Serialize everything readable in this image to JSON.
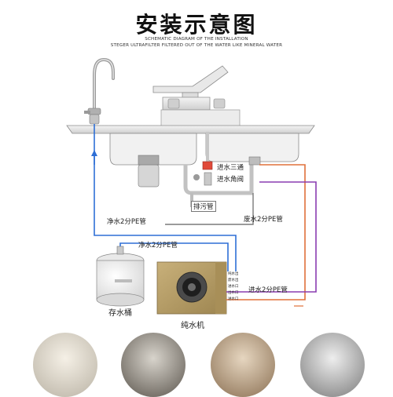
{
  "title": "安装示意图",
  "subtitle_line1": "SCHEMATIC DIAGRAM OF THE INSTALLATION",
  "subtitle_line2": "STEGER ULTRAFILTER FILTERED OUT OF THE WATER LIKE MINERAL WATER",
  "labels": {
    "inlet_tee": "进水三通",
    "inlet_angle_valve": "进水角阀",
    "drain_pipe": "排污管",
    "pure_water_pipe_1": "净水2分PE管",
    "pure_water_pipe_2": "净水2分PE管",
    "waste_water_pipe": "废水2分PE管",
    "inlet_pipe": "进水2分PE管",
    "storage_tank": "存水桶",
    "purifier": "纯水机"
  },
  "purifier_ports": [
    "纯水出",
    "废水出",
    "进水口",
    "出水口",
    "进水口"
  ],
  "colors": {
    "pure_water_line": "#2e6fd6",
    "waste_water_line": "#e0703a",
    "inlet_line": "#8a3db0",
    "panel_gold": "#b59a5e"
  }
}
